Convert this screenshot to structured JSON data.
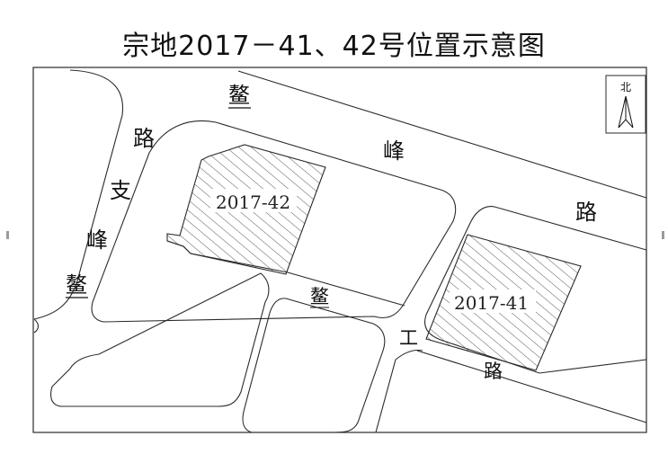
{
  "title": "宗地2017－41、42号位置示意图",
  "north_label": "北",
  "parcels": {
    "p42": "2017-42",
    "p41": "2017-41"
  },
  "roads": {
    "top_ao": "鳌",
    "top_feng": "峰",
    "top_lu": "路",
    "left_lu": "路",
    "left_zhi": "支",
    "left_feng": "峰",
    "left_ao": "鳌",
    "mid_ao": "鳌",
    "mid_gong": "工",
    "mid_lu": "路"
  },
  "colors": {
    "line": "#2a2a2a",
    "hatch": "#444444",
    "side_mark": "#9a9a9a"
  }
}
